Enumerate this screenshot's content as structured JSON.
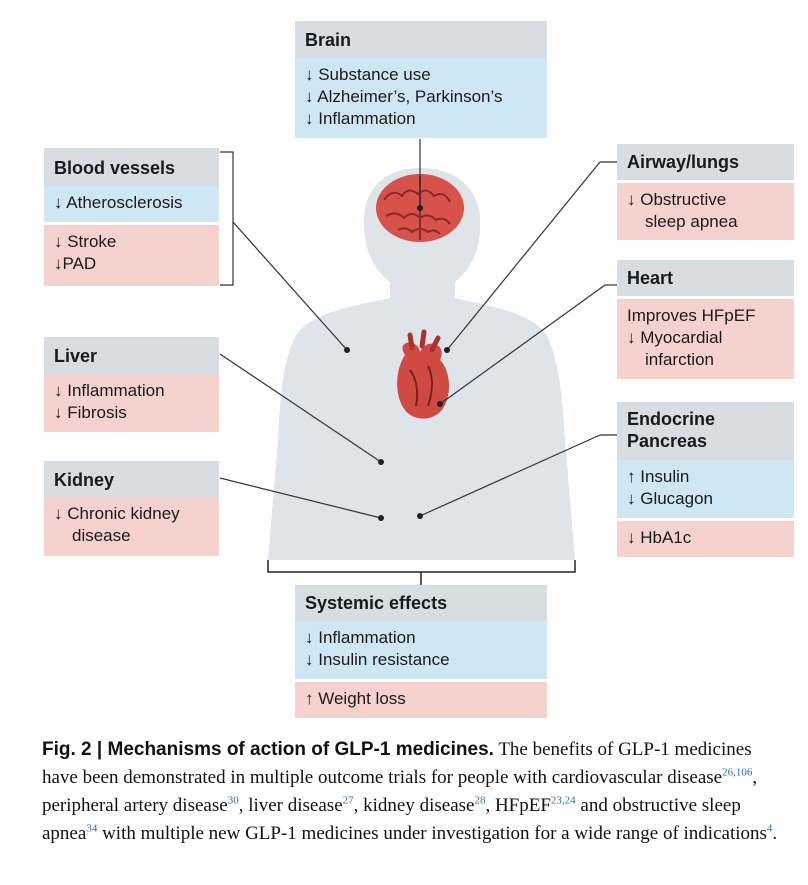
{
  "brain": {
    "title": "Brain",
    "items": [
      "↓ Substance use",
      "↓  Alzheimer’s, Parkinson’s",
      "↓  Inflammation"
    ]
  },
  "blood_vessels": {
    "title": "Blood vessels",
    "blue": [
      "↓ Atherosclerosis"
    ],
    "pink": [
      "↓ Stroke",
      "↓PAD"
    ]
  },
  "liver": {
    "title": "Liver",
    "items": [
      "↓ Inflammation",
      "↓ Fibrosis"
    ]
  },
  "kidney": {
    "title": "Kidney",
    "items": [
      "↓ Chronic kidney",
      "disease"
    ]
  },
  "airway": {
    "title": "Airway/lungs",
    "items": [
      "↓ Obstructive",
      "sleep apnea"
    ]
  },
  "heart": {
    "title": "Heart",
    "items": [
      "Improves HFpEF",
      "↓ Myocardial",
      "infarction"
    ]
  },
  "endocrine": {
    "title_line1": "Endocrine",
    "title_line2": "Pancreas",
    "blue": [
      "↑ Insulin",
      "↓ Glucagon"
    ],
    "pink": [
      "↓ HbA1c"
    ]
  },
  "systemic": {
    "title": "Systemic effects",
    "blue": [
      "↓ Inflammation",
      "↓ Insulin resistance"
    ],
    "pink": [
      "↑ Weight loss"
    ]
  },
  "caption": {
    "label": "Fig. 2 | Mechanisms of action of GLP-1 medicines.",
    "t1": " The benefits of GLP-1 medicines have been demonstrated in multiple outcome trials for people with cardiovascular disease",
    "r1": "26,106",
    "t2": ", peripheral artery disease",
    "r2": "30",
    "t3": ", liver disease",
    "r3": "27",
    "t4": ", kidney disease",
    "r4": "28",
    "t5": ", HFpEF",
    "r5": "23,24",
    "t6": " and obstructive sleep apnea",
    "r6": "34",
    "t7": " with multiple new GLP-1 medicines under investigation for a wide range of indications",
    "r7": "4",
    "t8": "."
  },
  "colors": {
    "body": "#dfe3ea",
    "header": "#d8dce3",
    "blue": "#cfe7f5",
    "pink": "#f6d2cf",
    "organ": "#c9473f"
  }
}
